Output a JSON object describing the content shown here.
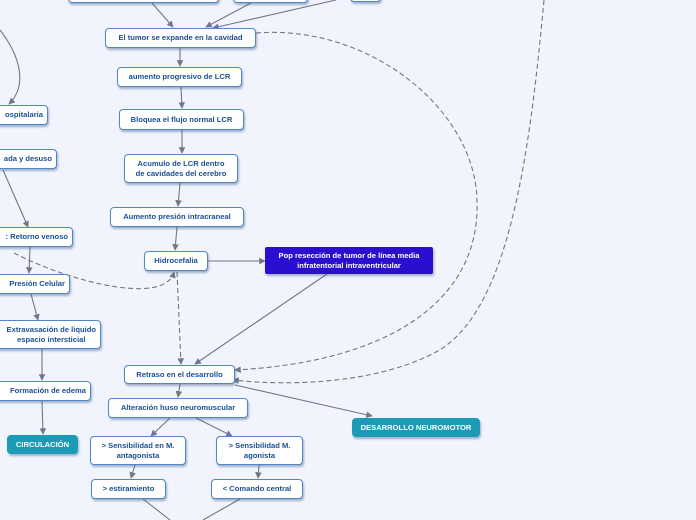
{
  "nodes": {
    "expande": "El tumor se expande en la cavidad",
    "aumento_lcr": "aumento progresivo de LCR",
    "bloquea": "Bloquea el flujo normal LCR",
    "acumulo": "Acumulo de LCR dentro\nde cavidades del cerebro",
    "aumento_presion": "Aumento presión intracraneal",
    "hidrocefalia": "Hidrocefalia",
    "pop": "Pop resección de tumor de línea media\ninfratentorial intraventricular",
    "retraso": "Retraso en el desarrollo",
    "alteracion": "Alteración huso neuromuscular",
    "desarrollo": "DESARROLLO NEUROMOTOR",
    "sens_antagonista": "> Sensibilidad en M.\nantagonista",
    "sens_agonista": "> Sensibilidad M.\nagonista",
    "estiramiento": "> estiramiento",
    "comando": "< Comando central",
    "hospitalaria": "ospitalaria",
    "desuso": "ada y desuso",
    "retorno": ": Retorno venoso",
    "presion_celular": "Presión Celular",
    "extravasacion": "Extravasación de liquido\nespacio intersticial",
    "edema": "Formación de edema",
    "circulacion": "CIRCULACIÓN"
  },
  "colors": {
    "background": "#f1f4fd",
    "node_border": "#4f87c7",
    "node_text": "#1a4f93",
    "link": "#6f7884",
    "teal": "#1b9bb6",
    "purple": "#2a0fd0"
  }
}
